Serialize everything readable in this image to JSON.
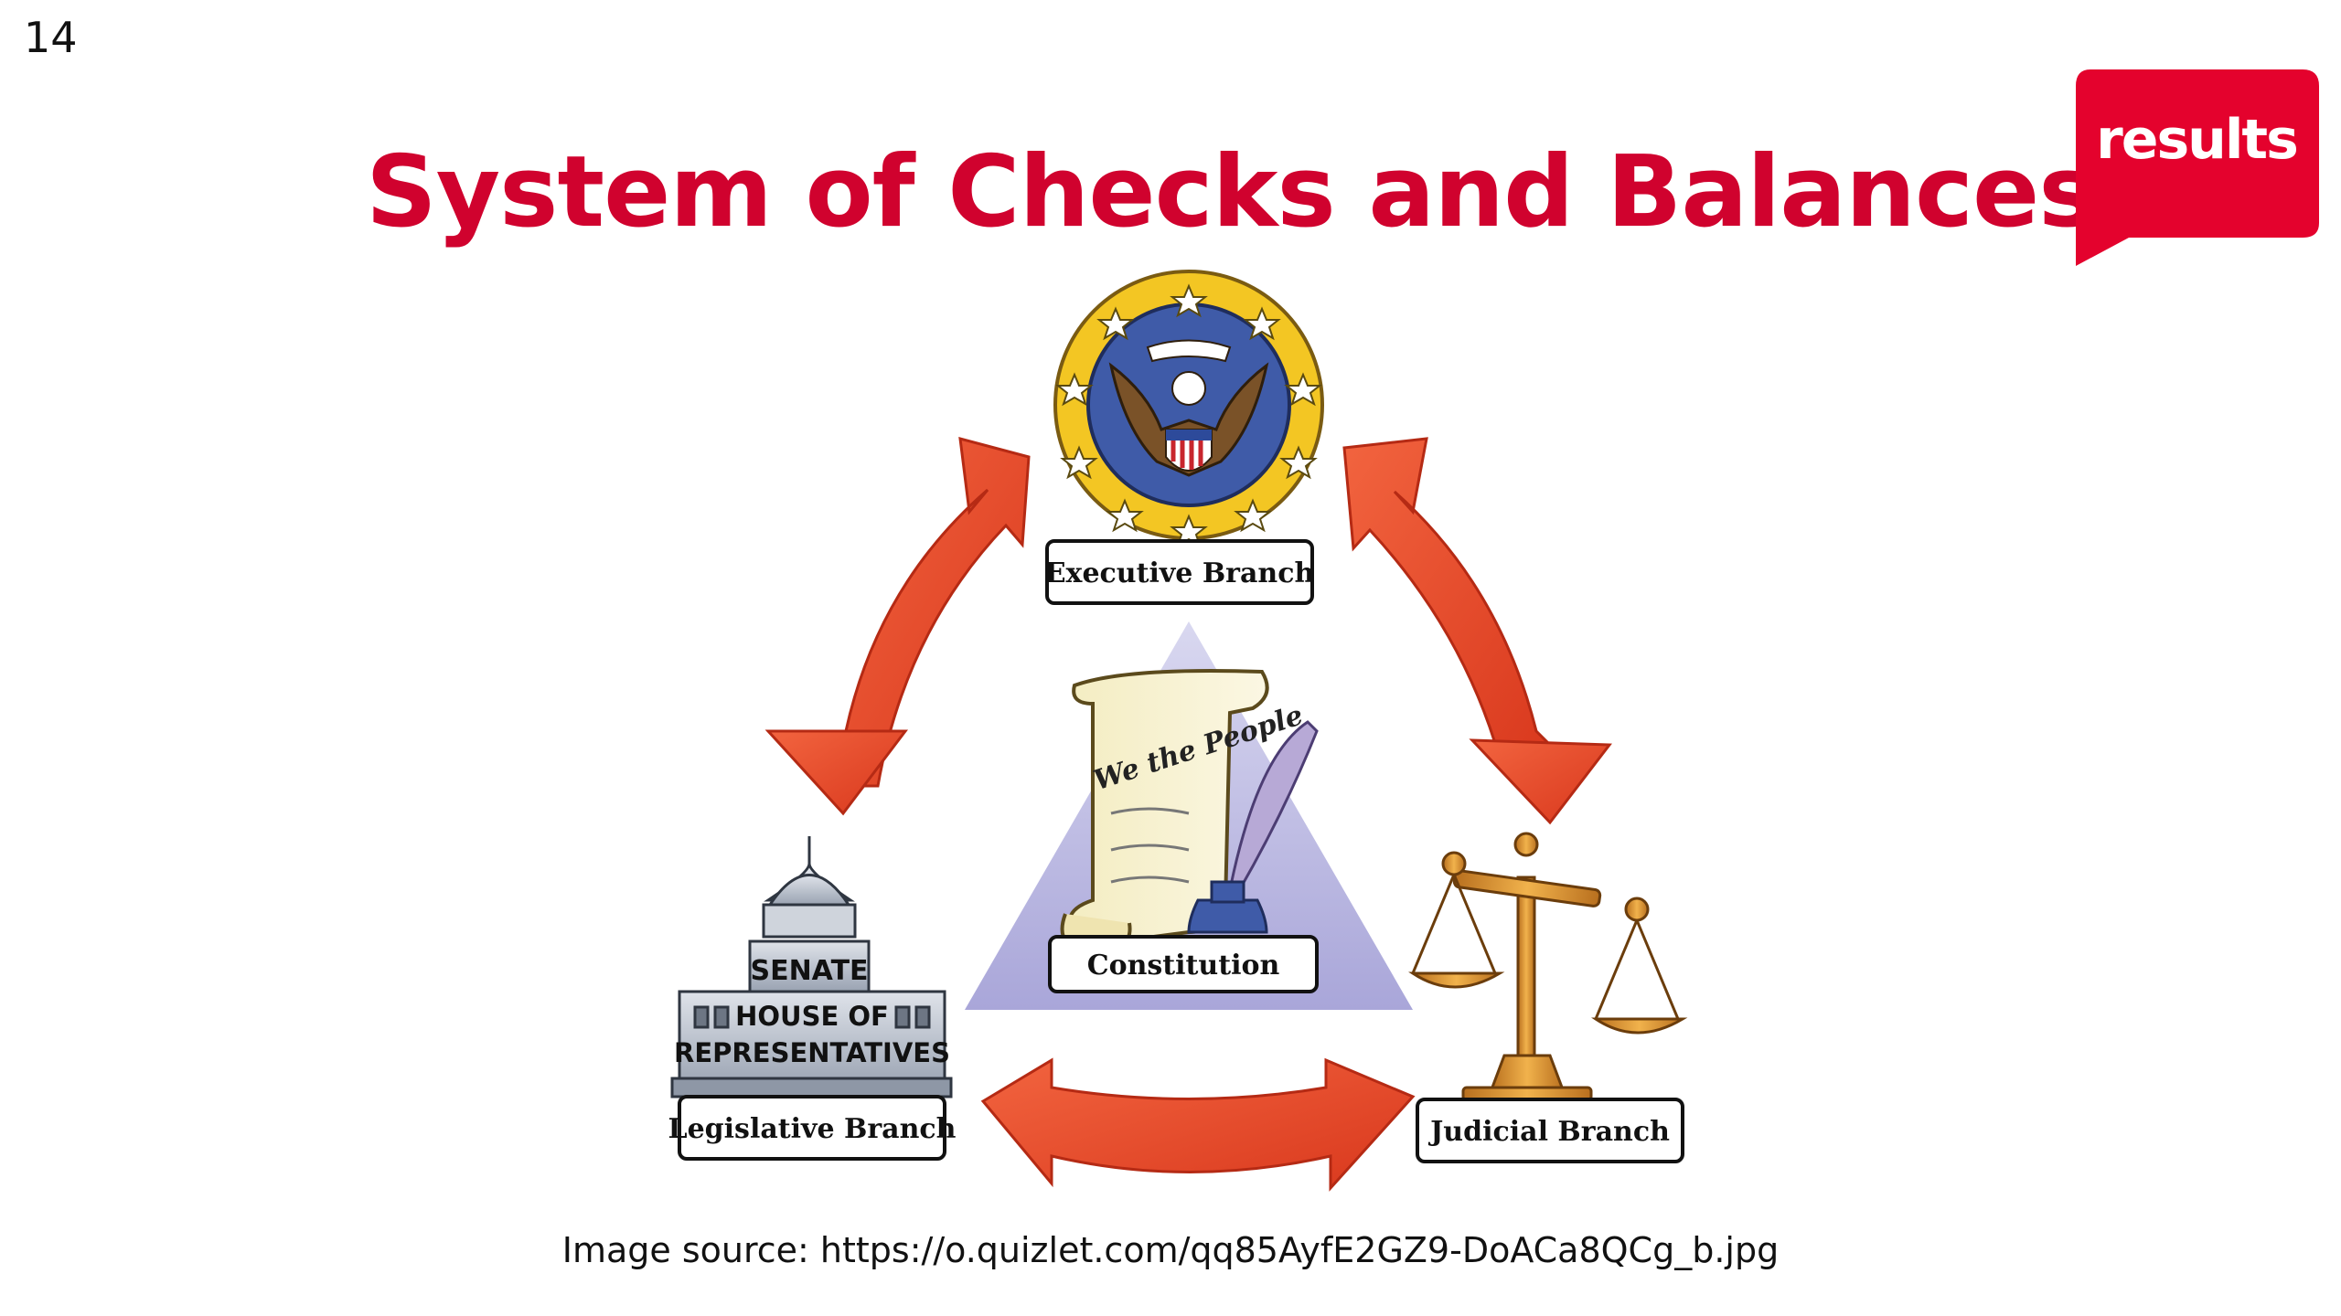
{
  "slide": {
    "number": "14"
  },
  "title": "System of Checks and Balances",
  "logo": {
    "text": "results",
    "color": "#e4022d"
  },
  "diagram": {
    "branches": {
      "executive": "Executive Branch",
      "legislative": "Legislative Branch",
      "judicial": "Judicial Branch",
      "center": "Constitution"
    },
    "scroll_text": "We the People",
    "building": {
      "senate": "SENATE",
      "house_line1": "HOUSE OF",
      "house_line2": "REPRESENTATIVES"
    }
  },
  "source": "Image source: https://o.quizlet.com/qq85AyfE2GZ9-DoACa8QCg_b.jpg",
  "colors": {
    "title": "#d0022e",
    "arrow": "#e8452a",
    "triangle": "#b9b7e0",
    "seal_ring": "#f3c623",
    "seal_center": "#3f5ba8"
  }
}
